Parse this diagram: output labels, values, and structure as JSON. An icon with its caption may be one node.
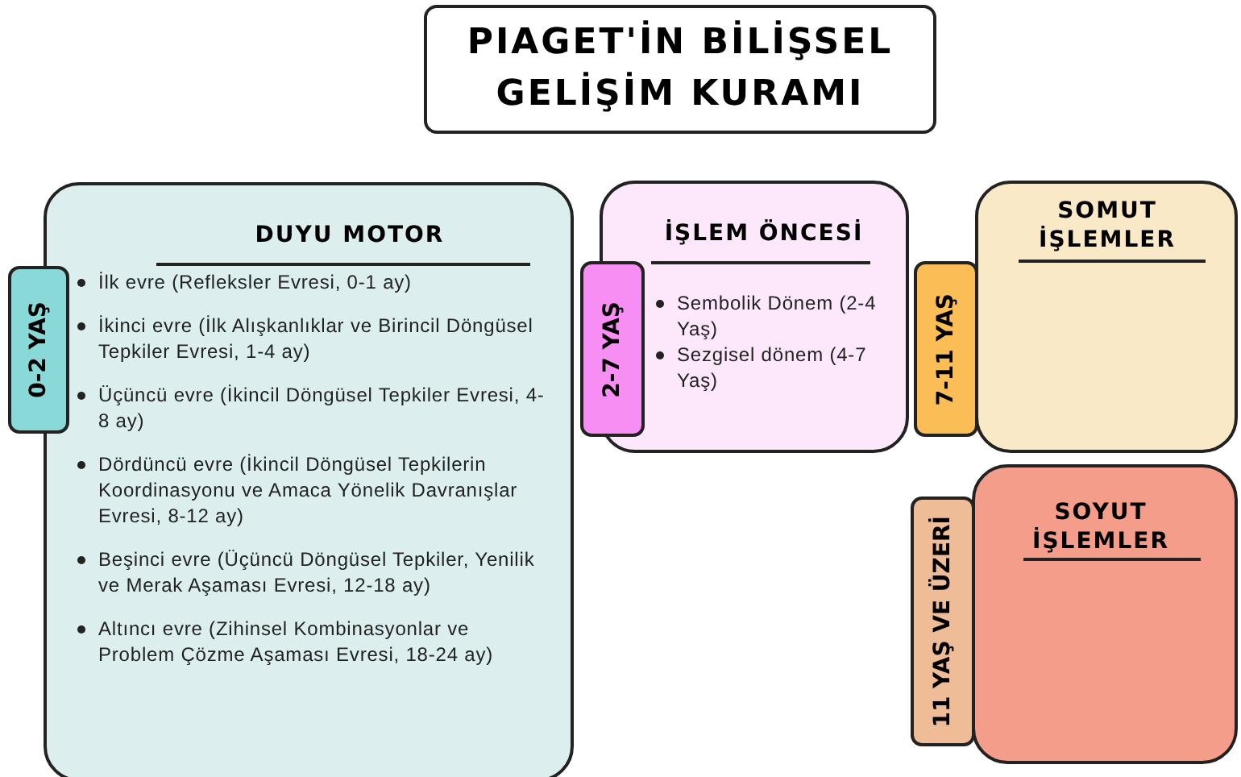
{
  "diagram": {
    "nodes": [
      {
        "text": [
          "PIAGET'İN BİLİŞSEL GELİŞİM KURAMI"
        ]
      },
      {
        "text": [
          "DUYU MOTOR",
          "İlk evre (Refleksler Evresi, 0-1 ay)",
          "İkinci evre (İlk Alışkanlıklar ve Birincil Döngüsel Tepkiler Evresi, 1-4 ay)",
          "Üçüncü evre (İkincil Döngüsel Tepkiler Evresi, 4-8 ay)",
          "Dördüncü evre (İkincil Döngüsel Tepkilerin Koordinasyonu ve Amaca Yönelik Davranışlar Evresi, 8-12 ay)",
          "Beşinci evre (Üçüncü Döngüsel Tepkiler, Yenilik ve Merak Aşaması Evresi, 12-18 ay)",
          "Altıncı evre (Zihinsel Kombinasyonlar ve Problem Çözme Aşaması Evresi, 18-24 ay)"
        ]
      },
      {
        "text": [
          "0-2 YAŞ"
        ]
      },
      {
        "text": [
          "İŞLEM ÖNCESİ",
          "Sembolik Dönem (2-4 Yaş)",
          "Sezgisel dönem (4-7 Yaş)"
        ]
      },
      {
        "text": [
          "2-7 YAŞ"
        ]
      },
      {
        "text": [
          "SOMUT İŞLEMLER"
        ]
      },
      {
        "text": [
          "7-11 YAŞ"
        ]
      },
      {
        "text": [
          "SOYUT İŞLEMLER"
        ]
      },
      {
        "text": [
          "11 YAŞ VE ÜZERİ"
        ]
      }
    ]
  }
}
